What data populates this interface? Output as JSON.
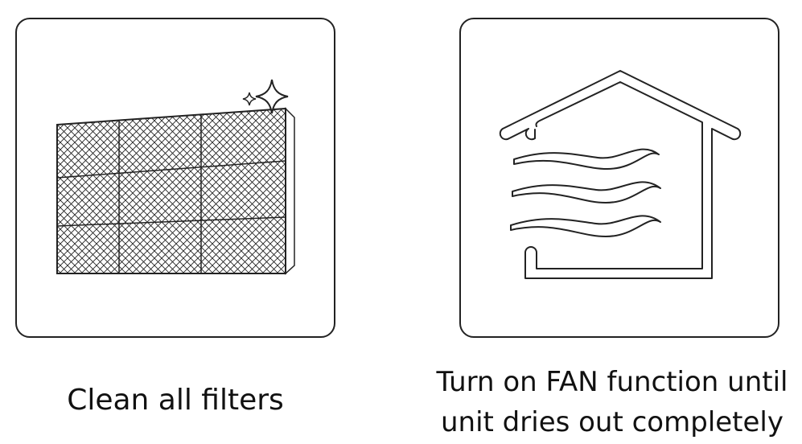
{
  "steps": [
    {
      "caption_lines": [
        "Clean all filters"
      ],
      "illustration_icon": "filter-sparkle-icon"
    },
    {
      "caption_lines": [
        "Turn on FAN function until",
        "unit dries out completely"
      ],
      "illustration_icon": "house-airflow-icon"
    }
  ],
  "colors": {
    "line": "#222222",
    "background": "#ffffff"
  }
}
